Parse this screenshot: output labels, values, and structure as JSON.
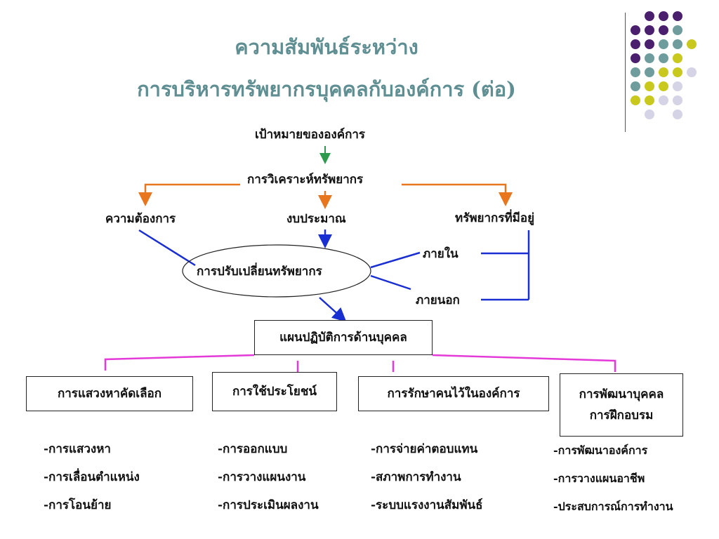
{
  "title": {
    "line1": "ความสัมพันธ์ระหว่าง",
    "line2": "การบริหารทรัพยากรบุคคลกับองค์การ (ต่อ)"
  },
  "flow": {
    "goal": "เป้าหมายขององค์การ",
    "analysis": "การวิเคราะห์ทรัพยากร",
    "needs": "ความต้องการ",
    "budget": "งบประมาณ",
    "existing": "ทรัพยากรที่มีอยู่",
    "adjust": "การปรับเปลี่ยนทรัพยากร",
    "internal": "ภายใน",
    "external": "ภายนอก",
    "plan": "แผนปฏิบัติการด้านบุคคล"
  },
  "boxes": [
    {
      "label": "การแสวงหาคัดเลือก"
    },
    {
      "label": "การใช้ประโยชน์"
    },
    {
      "label": "การรักษาคนไว้ในองค์การ"
    },
    {
      "line1": "การพัฒนาบุคคล",
      "line2": "การฝึกอบรม"
    }
  ],
  "lists": [
    [
      "-การแสวงหา",
      "-การเลื่อนตำแหน่ง",
      "-การโอนย้าย"
    ],
    [
      "-การออกแบบ",
      "-การวางแผนงาน",
      "-การประเมินผลงาน"
    ],
    [
      "-การจ่ายค่าตอบแทน",
      "-สภาพการทำงาน",
      "-ระบบแรงงานสัมพันธ์"
    ],
    [
      "-การพัฒนาองค์การ",
      "-การวางแผนอาชีพ",
      "-ประสบการณ์การทำงาน"
    ]
  ],
  "colors": {
    "title": "#5f8f92",
    "green_arrow": "#2e9a4e",
    "orange": "#e8761e",
    "blue": "#1a2fd1",
    "magenta": "#e33ad8",
    "dot_purple": "#4a1f6e",
    "dot_teal": "#6f9c9c",
    "dot_yellow": "#c9c81c",
    "dot_lavender": "#d5d3e6"
  }
}
